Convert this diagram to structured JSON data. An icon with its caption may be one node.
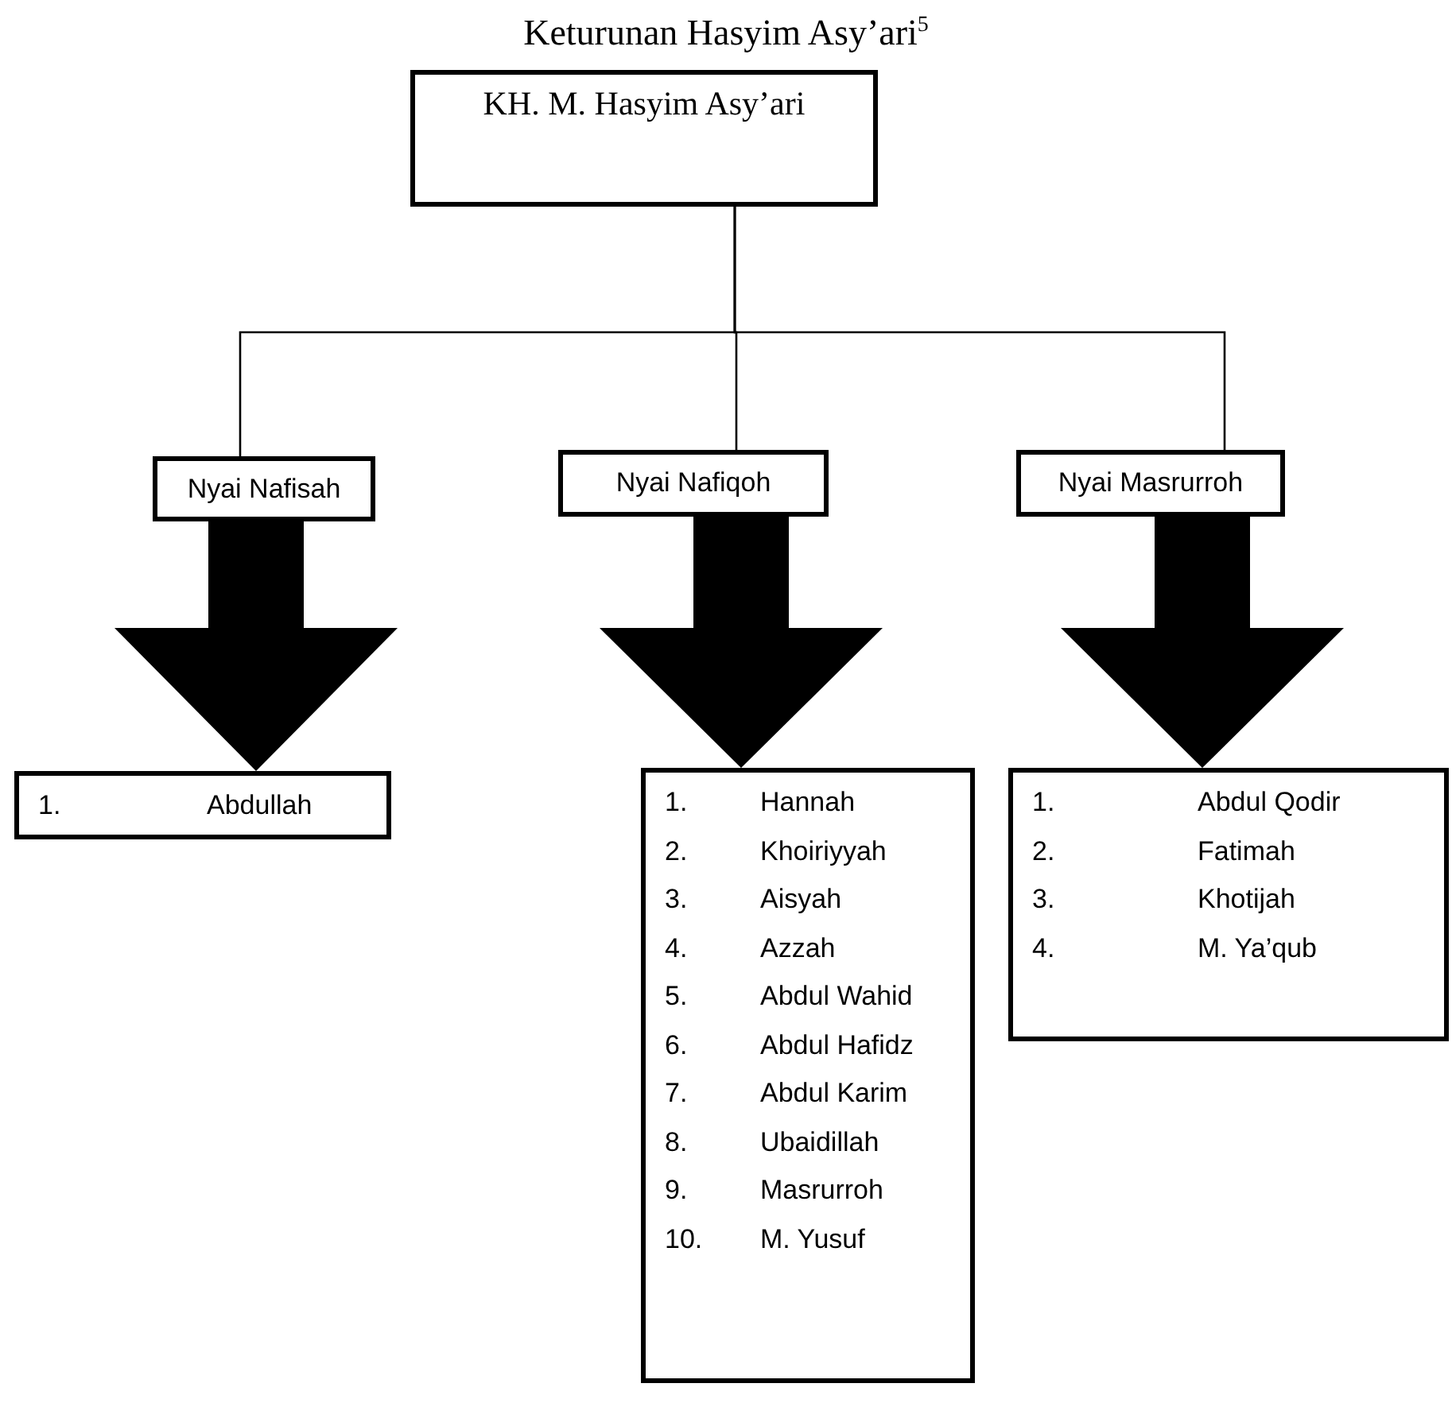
{
  "diagram": {
    "title": "Keturunan Hasyim Asy’ari$^{5}$",
    "nodes": [
      {
        "text": [
          "KH. M. Hasyim Asy’ari"
        ]
      },
      {
        "text": [
          "Nyai Nafisah"
        ]
      },
      {
        "text": [
          "Nyai Nafiqoh"
        ]
      },
      {
        "text": [
          "Nyai Masrurroh"
        ]
      },
      {
        "text": [
          "1. Abdullah"
        ]
      },
      {
        "text": [
          "1. Hannah",
          "2. Khoiriyyah",
          "3. Aisyah",
          "4. Azzah",
          "5. Abdul Wahid",
          "6. Abdul Hafidz",
          "7. Abdul Karim",
          "8. Ubaidillah",
          "9. Masrurroh",
          "10. M. Yusuf"
        ]
      },
      {
        "text": [
          "1. Abdul Qodir",
          "2. Fatimah",
          "3. Khotijah",
          "4. M. Ya’qub"
        ]
      }
    ],
    "edges": [
      {
        "from": 0,
        "to": 1,
        "arrow": "none"
      },
      {
        "from": 0,
        "to": 2,
        "arrow": "none"
      },
      {
        "from": 0,
        "to": 3,
        "arrow": "none"
      },
      {
        "from": 1,
        "to": 4,
        "arrow": "to",
        "style": "thick"
      },
      {
        "from": 2,
        "to": 5,
        "arrow": "to",
        "style": "thick"
      },
      {
        "from": 3,
        "to": 6,
        "arrow": "to",
        "style": "thick"
      }
    ]
  }
}
